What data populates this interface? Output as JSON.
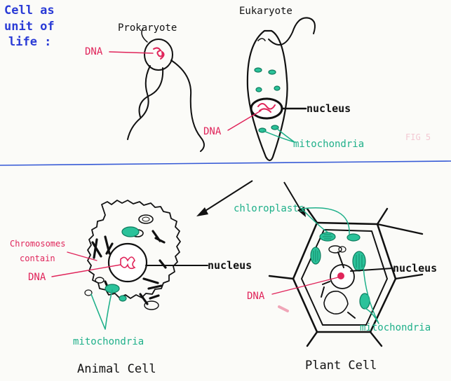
{
  "title": {
    "line1": "Cell as",
    "line2": "unit of",
    "line3": "life :"
  },
  "top": {
    "prokaryote_label": "Prokaryote",
    "eukaryote_label": "Eukaryote",
    "dna_label_prok": "DNA",
    "dna_label_euk": "DNA",
    "nucleus_label": "nucleus",
    "mitochondria_label": "mitochondria",
    "faint_mark": "FIG 5"
  },
  "bottom": {
    "chromosomes_line1": "Chromosomes",
    "chromosomes_line2": "contain",
    "dna_label_animal": "DNA",
    "nucleus_label_animal": "nucleus",
    "mitochondria_label_animal": "mitochondria",
    "animal_caption": "Animal Cell",
    "chloroplasts_label": "chloroplasts",
    "nucleus_label_plant": "nucleus",
    "dna_label_plant": "DNA",
    "mitochondria_label_plant": "mitochondria",
    "plant_caption": "Plant Cell"
  },
  "colors": {
    "divider": "#3559d6",
    "blue_text": "#2a3bd6",
    "red_text": "#e0245a",
    "green_text": "#1fb08a",
    "ink": "#111111"
  }
}
